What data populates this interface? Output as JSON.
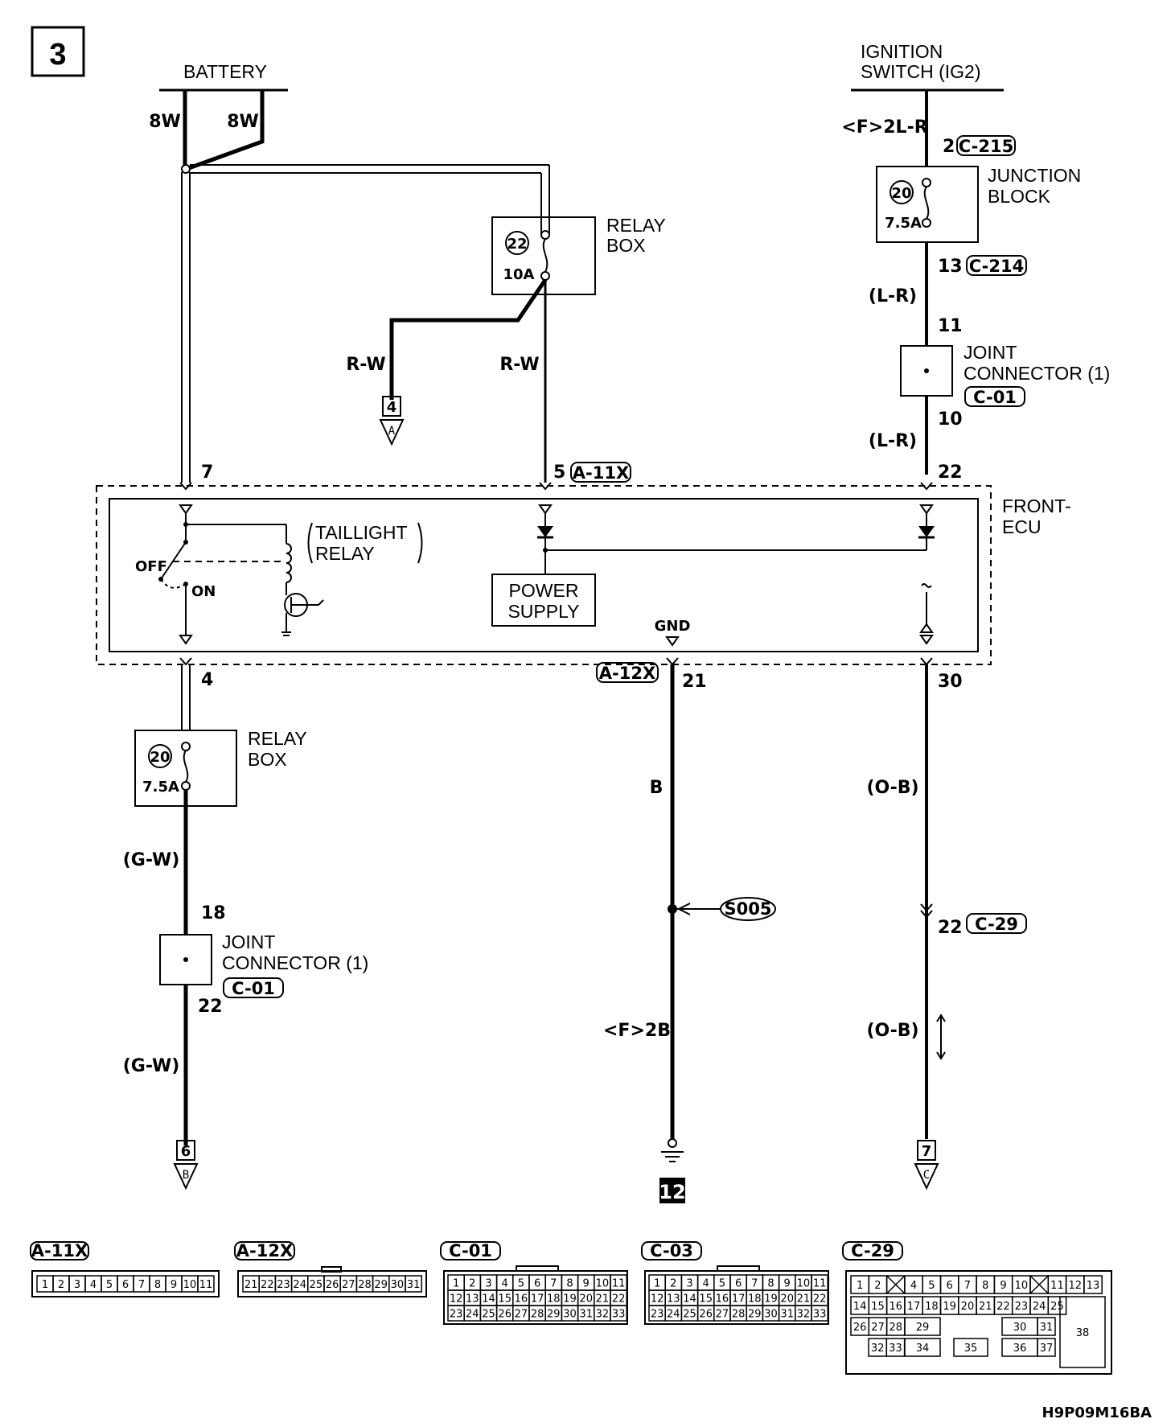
{
  "page_number": "3",
  "figure_code": "H9P09M16BA",
  "battery": {
    "label": "BATTERY",
    "wire_left": "8W",
    "wire_right": "8W"
  },
  "ignition": {
    "label_line1": "IGNITION",
    "label_line2": "SWITCH (IG2)",
    "wire": "<F>2L-R",
    "pin_in": "2",
    "conn_in": "C-215"
  },
  "junction_block": {
    "line1": "JUNCTION",
    "line2": "BLOCK",
    "fuse_no": "20",
    "fuse_rating": "7.5A",
    "pin_out": "13",
    "conn_out": "C-214"
  },
  "relay_box_top": {
    "line1": "RELAY",
    "line2": "BOX",
    "fuse_no": "22",
    "fuse_rating": "10A",
    "wire_a": "R-W",
    "wire_b": "R-W"
  },
  "jc_right": {
    "wire_top": "(L-R)",
    "pin_in": "11",
    "line1": "JOINT",
    "line2": "CONNECTOR (1)",
    "conn": "C-01",
    "pin_out": "10",
    "wire_bottom": "(L-R)",
    "ecu_pin": "22"
  },
  "ecu": {
    "label_line1": "FRONT-",
    "label_line2": "ECU",
    "pin_7": "7",
    "pin_5": "5",
    "conn_top": "A-11X",
    "relay_label_line1": "TAILLIGHT",
    "relay_label_line2": "RELAY",
    "switch_off": "OFF",
    "switch_on": "ON",
    "power_line1": "POWER",
    "power_line2": "SUPPLY",
    "gnd": "GND",
    "pin_4": "4",
    "conn_bottom": "A-12X",
    "pin_21": "21",
    "pin_30": "30"
  },
  "relay_box_bottom": {
    "line1": "RELAY",
    "line2": "BOX",
    "fuse_no": "20",
    "fuse_rating": "7.5A",
    "wire": "(G-W)"
  },
  "jc_left": {
    "pin_in": "18",
    "line1": "JOINT",
    "line2": "CONNECTOR (1)",
    "conn": "C-01",
    "pin_out": "22",
    "wire": "(G-W)"
  },
  "ground_line": {
    "wire_top": "B",
    "splice": "S005",
    "wire_bottom": "<F>2B",
    "ground_no": "12"
  },
  "right_line": {
    "wire_top": "(O-B)",
    "pin": "22",
    "conn": "C-29",
    "wire_bottom": "(O-B)"
  },
  "off_page": [
    {
      "box": "4",
      "letter": "A"
    },
    {
      "box": "6",
      "letter": "B"
    },
    {
      "box": "7",
      "letter": "C"
    }
  ],
  "connectors": {
    "a11x": {
      "label": "A-11X",
      "pins": [
        "1",
        "2",
        "3",
        "4",
        "5",
        "6",
        "7",
        "8",
        "9",
        "10",
        "11"
      ]
    },
    "a12x": {
      "label": "A-12X",
      "pins": [
        "21",
        "22",
        "23",
        "24",
        "25",
        "26",
        "27",
        "28",
        "29",
        "30",
        "31"
      ]
    },
    "c01": {
      "label": "C-01",
      "rows": [
        [
          "1",
          "2",
          "3",
          "4",
          "5",
          "6",
          "7",
          "8",
          "9",
          "10",
          "11"
        ],
        [
          "12",
          "13",
          "14",
          "15",
          "16",
          "17",
          "18",
          "19",
          "20",
          "21",
          "22"
        ],
        [
          "23",
          "24",
          "25",
          "26",
          "27",
          "28",
          "29",
          "30",
          "31",
          "32",
          "33"
        ]
      ]
    },
    "c03": {
      "label": "C-03",
      "rows": [
        [
          "1",
          "2",
          "3",
          "4",
          "5",
          "6",
          "7",
          "8",
          "9",
          "10",
          "11"
        ],
        [
          "12",
          "13",
          "14",
          "15",
          "16",
          "17",
          "18",
          "19",
          "20",
          "21",
          "22"
        ],
        [
          "23",
          "24",
          "25",
          "26",
          "27",
          "28",
          "29",
          "30",
          "31",
          "32",
          "33"
        ]
      ]
    },
    "c29": {
      "label": "C-29",
      "row1": [
        "1",
        "2",
        "",
        "4",
        "5",
        "6",
        "7",
        "8",
        "9",
        "10",
        "",
        "11",
        "12",
        "13"
      ],
      "row2": [
        "14",
        "15",
        "16",
        "17",
        "18",
        "19",
        "20",
        "21",
        "22",
        "23",
        "24",
        "25"
      ],
      "row3a": [
        "26",
        "27",
        "28"
      ],
      "p29": "29",
      "p30": "30",
      "p31": "31",
      "row4a": [
        "32",
        "33"
      ],
      "p34": "34",
      "p35": "35",
      "p36": "36",
      "p37": "37",
      "p38": "38"
    }
  }
}
